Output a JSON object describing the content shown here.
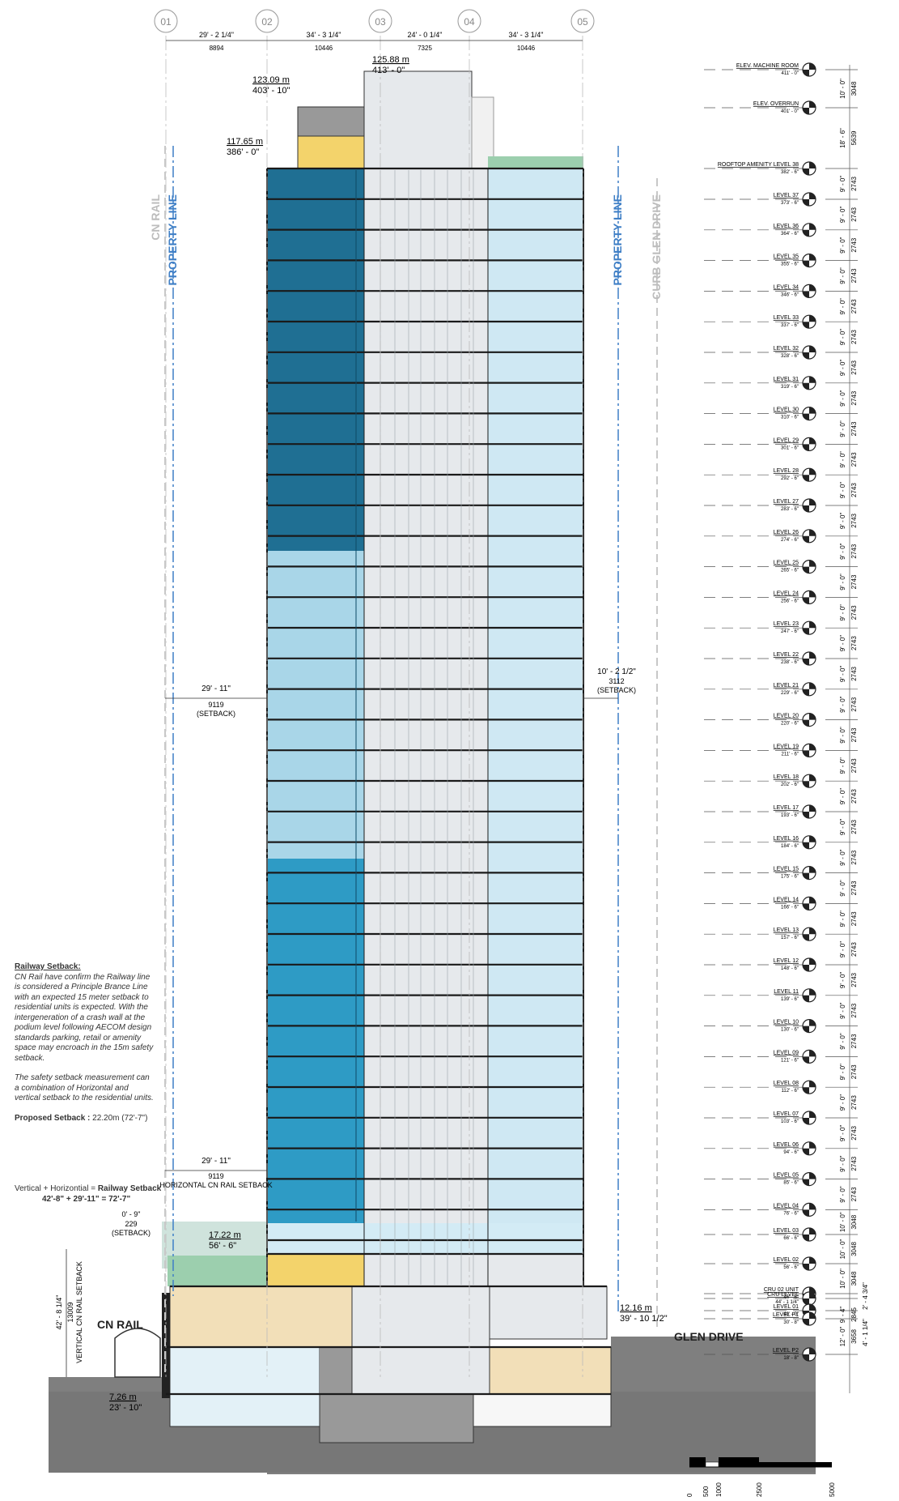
{
  "grid": {
    "labels": [
      "01",
      "02",
      "03",
      "04",
      "05"
    ],
    "spans": [
      {
        "imperial": "29' - 2 1/4\"",
        "metric": "8894"
      },
      {
        "imperial": "34' - 3 1/4\"",
        "metric": "10446"
      },
      {
        "imperial": "24' - 0 1/4\"",
        "metric": "7325"
      },
      {
        "imperial": "34' - 3 1/4\"",
        "metric": "10446"
      }
    ]
  },
  "top_elevations": [
    {
      "m": "125.88 m",
      "ft": "413' - 0\""
    },
    {
      "m": "123.09 m",
      "ft": "403' - 10\""
    },
    {
      "m": "117.65 m",
      "ft": "386' - 0\""
    }
  ],
  "side_labels": {
    "cn_rail": "CN RAIL",
    "property_line": "PROPERTY LINE",
    "curb": "CURB GLEN DRIVE"
  },
  "levels": [
    {
      "name": "ELEV. MACHINE ROOM",
      "elev": "411' - 0\"",
      "h_ft": "10' - 0\"",
      "h_mm": "3048"
    },
    {
      "name": "ELEV. OVERRUN",
      "elev": "401' - 0\"",
      "h_ft": "18' - 6\"",
      "h_mm": "5639"
    },
    {
      "name": "ROOFTOP AMENITY LEVEL 38",
      "elev": "382' - 6\"",
      "h_ft": "9' - 0\"",
      "h_mm": "2743"
    },
    {
      "name": "LEVEL 37",
      "elev": "373' - 6\"",
      "h_ft": "9' - 0\"",
      "h_mm": "2743"
    },
    {
      "name": "LEVEL 36",
      "elev": "364' - 6\"",
      "h_ft": "9' - 0\"",
      "h_mm": "2743"
    },
    {
      "name": "LEVEL 35",
      "elev": "355' - 6\"",
      "h_ft": "9' - 0\"",
      "h_mm": "2743"
    },
    {
      "name": "LEVEL 34",
      "elev": "346' - 6\"",
      "h_ft": "9' - 0\"",
      "h_mm": "2743"
    },
    {
      "name": "LEVEL 33",
      "elev": "337' - 6\"",
      "h_ft": "9' - 0\"",
      "h_mm": "2743"
    },
    {
      "name": "LEVEL 32",
      "elev": "328' - 6\"",
      "h_ft": "9' - 0\"",
      "h_mm": "2743"
    },
    {
      "name": "LEVEL 31",
      "elev": "319' - 6\"",
      "h_ft": "9' - 0\"",
      "h_mm": "2743"
    },
    {
      "name": "LEVEL 30",
      "elev": "310' - 6\"",
      "h_ft": "9' - 0\"",
      "h_mm": "2743"
    },
    {
      "name": "LEVEL 29",
      "elev": "301' - 6\"",
      "h_ft": "9' - 0\"",
      "h_mm": "2743"
    },
    {
      "name": "LEVEL 28",
      "elev": "292' - 6\"",
      "h_ft": "9' - 0\"",
      "h_mm": "2743"
    },
    {
      "name": "LEVEL 27",
      "elev": "283' - 6\"",
      "h_ft": "9' - 0\"",
      "h_mm": "2743"
    },
    {
      "name": "LEVEL 26",
      "elev": "274' - 6\"",
      "h_ft": "9' - 0\"",
      "h_mm": "2743"
    },
    {
      "name": "LEVEL 25",
      "elev": "265' - 6\"",
      "h_ft": "9' - 0\"",
      "h_mm": "2743"
    },
    {
      "name": "LEVEL 24",
      "elev": "256' - 6\"",
      "h_ft": "9' - 0\"",
      "h_mm": "2743"
    },
    {
      "name": "LEVEL 23",
      "elev": "247' - 6\"",
      "h_ft": "9' - 0\"",
      "h_mm": "2743"
    },
    {
      "name": "LEVEL 22",
      "elev": "238' - 6\"",
      "h_ft": "9' - 0\"",
      "h_mm": "2743"
    },
    {
      "name": "LEVEL 21",
      "elev": "229' - 6\"",
      "h_ft": "9' - 0\"",
      "h_mm": "2743"
    },
    {
      "name": "LEVEL 20",
      "elev": "220' - 6\"",
      "h_ft": "9' - 0\"",
      "h_mm": "2743"
    },
    {
      "name": "LEVEL 19",
      "elev": "211' - 6\"",
      "h_ft": "9' - 0\"",
      "h_mm": "2743"
    },
    {
      "name": "LEVEL 18",
      "elev": "202' - 6\"",
      "h_ft": "9' - 0\"",
      "h_mm": "2743"
    },
    {
      "name": "LEVEL 17",
      "elev": "193' - 6\"",
      "h_ft": "9' - 0\"",
      "h_mm": "2743"
    },
    {
      "name": "LEVEL 16",
      "elev": "184' - 6\"",
      "h_ft": "9' - 0\"",
      "h_mm": "2743"
    },
    {
      "name": "LEVEL 15",
      "elev": "175' - 6\"",
      "h_ft": "9' - 0\"",
      "h_mm": "2743"
    },
    {
      "name": "LEVEL 14",
      "elev": "166' - 6\"",
      "h_ft": "9' - 0\"",
      "h_mm": "2743"
    },
    {
      "name": "LEVEL 13",
      "elev": "157' - 6\"",
      "h_ft": "9' - 0\"",
      "h_mm": "2743"
    },
    {
      "name": "LEVEL 12",
      "elev": "148' - 6\"",
      "h_ft": "9' - 0\"",
      "h_mm": "2743"
    },
    {
      "name": "LEVEL 11",
      "elev": "139' - 6\"",
      "h_ft": "9' - 0\"",
      "h_mm": "2743"
    },
    {
      "name": "LEVEL 10",
      "elev": "130' - 6\"",
      "h_ft": "9' - 0\"",
      "h_mm": "2743"
    },
    {
      "name": "LEVEL 09",
      "elev": "121' - 6\"",
      "h_ft": "9' - 0\"",
      "h_mm": "2743"
    },
    {
      "name": "LEVEL 08",
      "elev": "112' - 6\"",
      "h_ft": "9' - 0\"",
      "h_mm": "2743"
    },
    {
      "name": "LEVEL 07",
      "elev": "103' - 6\"",
      "h_ft": "9' - 0\"",
      "h_mm": "2743"
    },
    {
      "name": "LEVEL 06",
      "elev": "94' - 6\"",
      "h_ft": "9' - 0\"",
      "h_mm": "2743"
    },
    {
      "name": "LEVEL 05",
      "elev": "85' - 6\"",
      "h_ft": "9' - 0\"",
      "h_mm": "2743"
    },
    {
      "name": "LEVEL 04",
      "elev": "76' - 6\"",
      "h_ft": "10' - 0\"",
      "h_mm": "3048"
    },
    {
      "name": "LEVEL 03",
      "elev": "66' - 6\"",
      "h_ft": "10' - 0\"",
      "h_mm": "3048"
    },
    {
      "name": "LEVEL 02",
      "elev": "56' - 6\"",
      "h_ft": "10' - 0\"",
      "h_mm": "3048"
    },
    {
      "name": "CRU 02 UNIT",
      "elev": "46' - 6\"",
      "h_ft": "",
      "h_mm": ""
    },
    {
      "name": "CRU LEVEL",
      "elev": "44' - 1 1/4\"",
      "h_ft": "",
      "h_mm": ""
    },
    {
      "name": "LEVEL 01",
      "elev": "40' - 0\"",
      "h_ft": "9' - 4\"",
      "h_mm": "2845"
    },
    {
      "name": "LEVEL P1",
      "elev": "30' - 8\"",
      "h_ft": "12' - 0\"",
      "h_mm": "3658"
    },
    {
      "name": "LEVEL P2",
      "elev": "18' - 8\"",
      "h_ft": "",
      "h_mm": ""
    }
  ],
  "right_extra_dims": [
    "2' - 4 3/4\"",
    "4' - 1 1/4\""
  ],
  "setbacks": {
    "upper_left": {
      "ft": "29' - 11\"",
      "mm": "9119",
      "label": "(SETBACK)"
    },
    "upper_right": {
      "ft": "10' - 2 1/2\"",
      "mm": "3112",
      "label": "(SETBACK)"
    },
    "lower_left": {
      "ft": "29' - 11\"",
      "mm": "9119",
      "label": "HORIZONTAL CN RAIL SETBACK"
    },
    "podium": {
      "ft": "0' - 9\"",
      "mm": "229",
      "label": "(SETBACK)"
    },
    "podium_elev": {
      "m": "17.22 m",
      "ft": "56' - 6\""
    },
    "glen_elev": {
      "m": "12.16 m",
      "ft": "39' - 10 1/2\""
    },
    "rail_elev": {
      "m": "7.26 m",
      "ft": "23' - 10\""
    },
    "vertical": {
      "ft": "42' - 8 1/4\"",
      "mm": "13009",
      "label": "VERTICAL CN RAIL SETBACK"
    }
  },
  "notes": {
    "title": "Railway Setback:",
    "p1": "CN Rail have confirm the Railway line is considered a Principle Brance Line with an expected 15 meter setback to residential units is expected. With the intergeneration of a crash wall at the podium level following AECOM design standards parking, retail or amenity space may encroach in the 15m safety setback.",
    "p2": "The safety setback measurement can a combination of Horizontal and vertical setback to the residential units.",
    "proposed_label": "Proposed Setback :",
    "proposed_value": "22.20m (72'-7\")",
    "vh_prefix": "Vertical + Horizontial = ",
    "vh_bold": "Railway Setback",
    "vh_formula": "42'-8\" + 29'-11\" = 72'-7\""
  },
  "ground_labels": {
    "cn_rail": "CN RAIL",
    "glen_drive": "GLEN DRIVE"
  },
  "scale_bar": [
    "0",
    "500",
    "1000",
    "2500",
    "5000"
  ],
  "colors": {
    "dark_blue": "#1f6f93",
    "mid_blue": "#2e9bc5",
    "light_blue": "#a9d6e8",
    "pale_blue": "#cfe8f3",
    "core_grey": "#e6e9ec",
    "yellow": "#f3d36b",
    "tan": "#f2dfb8",
    "ground": "#7f7f7f",
    "green": "#9ccfae",
    "property_line": "#3f7fc6"
  }
}
